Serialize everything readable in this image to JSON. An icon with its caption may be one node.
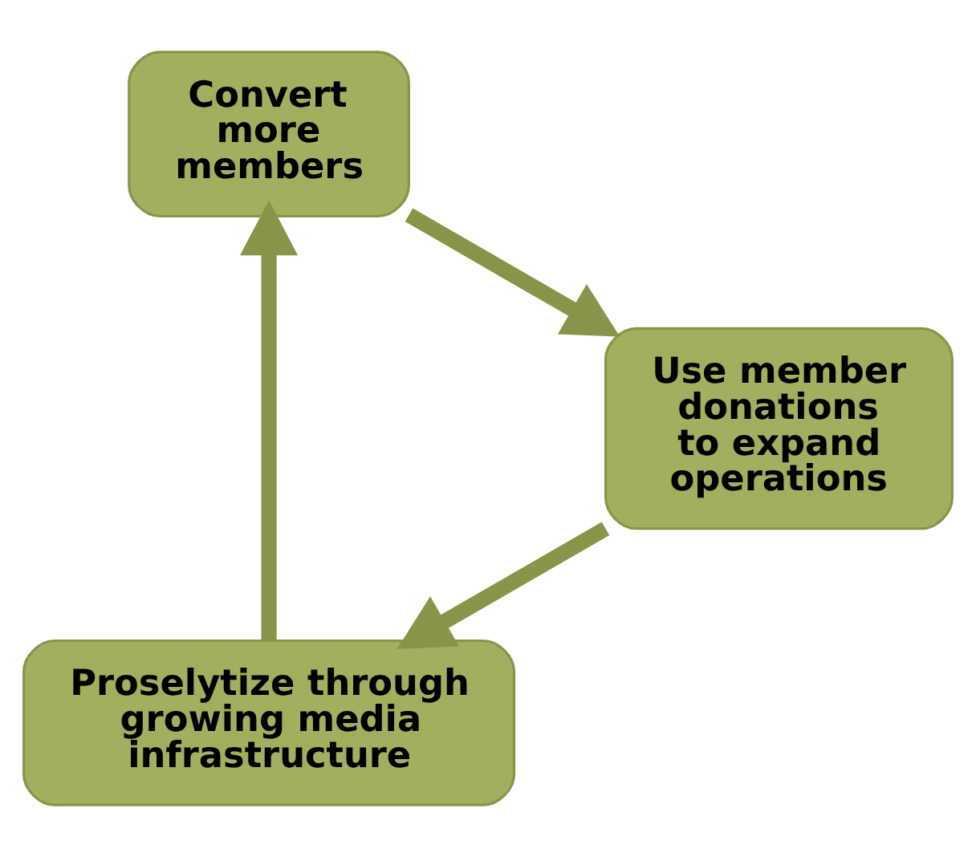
{
  "diagram": {
    "nodes": [
      {
        "text": [
          "Proselytize through growing media infrastructure"
        ]
      },
      {
        "text": [
          "Convert more members"
        ]
      },
      {
        "text": [
          "Use member donations to expand operations"
        ]
      }
    ],
    "edges": [
      {
        "from": 0,
        "to": 1,
        "arrow": "to"
      },
      {
        "from": 1,
        "to": 2,
        "arrow": "to"
      },
      {
        "from": 2,
        "to": 0,
        "arrow": "to"
      }
    ]
  }
}
